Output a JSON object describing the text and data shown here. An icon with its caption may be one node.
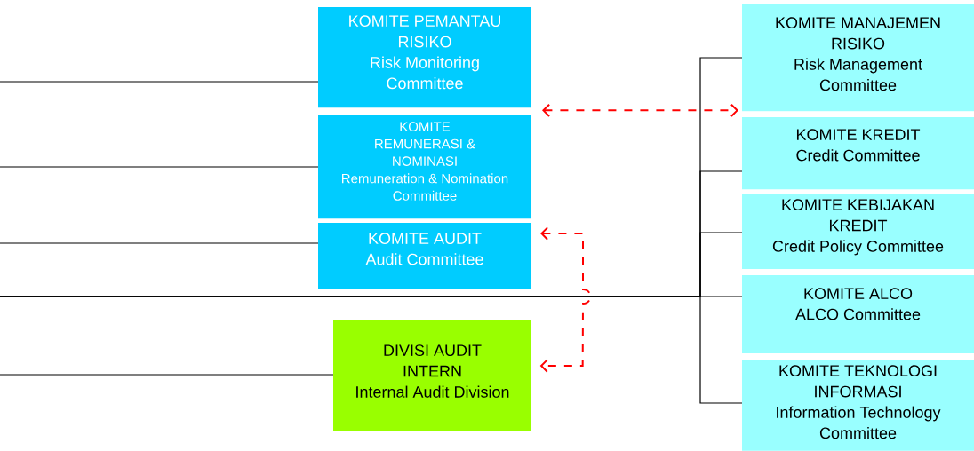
{
  "diagram": {
    "nodes": [
      {
        "text": [
          "KOMITE PEMANTAU RISIKO",
          "Risk Monitoring Committee"
        ]
      },
      {
        "text": [
          "KOMITE REMUNERASI & NOMINASI",
          "Remuneration & Nomination Committee"
        ]
      },
      {
        "text": [
          "KOMITE AUDIT",
          "Audit Committee"
        ]
      },
      {
        "text": [
          "DIVISI AUDIT INTERN",
          "Internal Audit Division"
        ]
      },
      {
        "text": [
          "KOMITE MANAJEMEN RISIKO",
          "Risk Management Committee"
        ]
      },
      {
        "text": [
          "KOMITE KREDIT",
          "Credit Committee"
        ]
      },
      {
        "text": [
          "KOMITE KEBIJAKAN KREDIT",
          "Credit Policy Committee"
        ]
      },
      {
        "text": [
          "KOMITE ALCO",
          "ALCO Committee"
        ]
      },
      {
        "text": [
          "KOMITE TEKNOLOGI INFORMASI",
          "Information Technology Committee"
        ]
      }
    ],
    "edges": [
      {
        "from": null,
        "to": 0,
        "arrow": "none"
      },
      {
        "from": null,
        "to": 1,
        "arrow": "none"
      },
      {
        "from": null,
        "to": 2,
        "arrow": "none"
      },
      {
        "from": null,
        "to": 3,
        "arrow": "none"
      },
      {
        "from": null,
        "to": 4,
        "arrow": "none"
      },
      {
        "from": null,
        "to": 5,
        "arrow": "none"
      },
      {
        "from": null,
        "to": 6,
        "arrow": "none"
      },
      {
        "from": null,
        "to": 7,
        "arrow": "none"
      },
      {
        "from": null,
        "to": 8,
        "arrow": "none"
      },
      {
        "from": 0,
        "to": 4,
        "arrow": "both",
        "style": "dashed",
        "color": "#ff0000"
      },
      {
        "from": 2,
        "to": 3,
        "arrow": "both",
        "style": "dashed",
        "color": "#ff0000"
      }
    ]
  }
}
